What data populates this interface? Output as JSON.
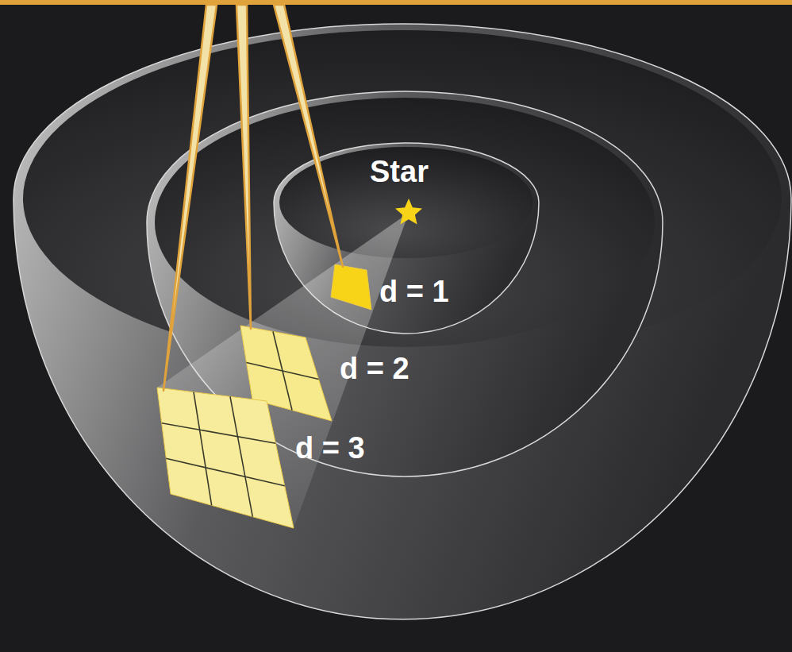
{
  "diagram": {
    "labels": [
      "Star",
      "d = 1",
      "d = 2",
      "d = 3"
    ]
  }
}
